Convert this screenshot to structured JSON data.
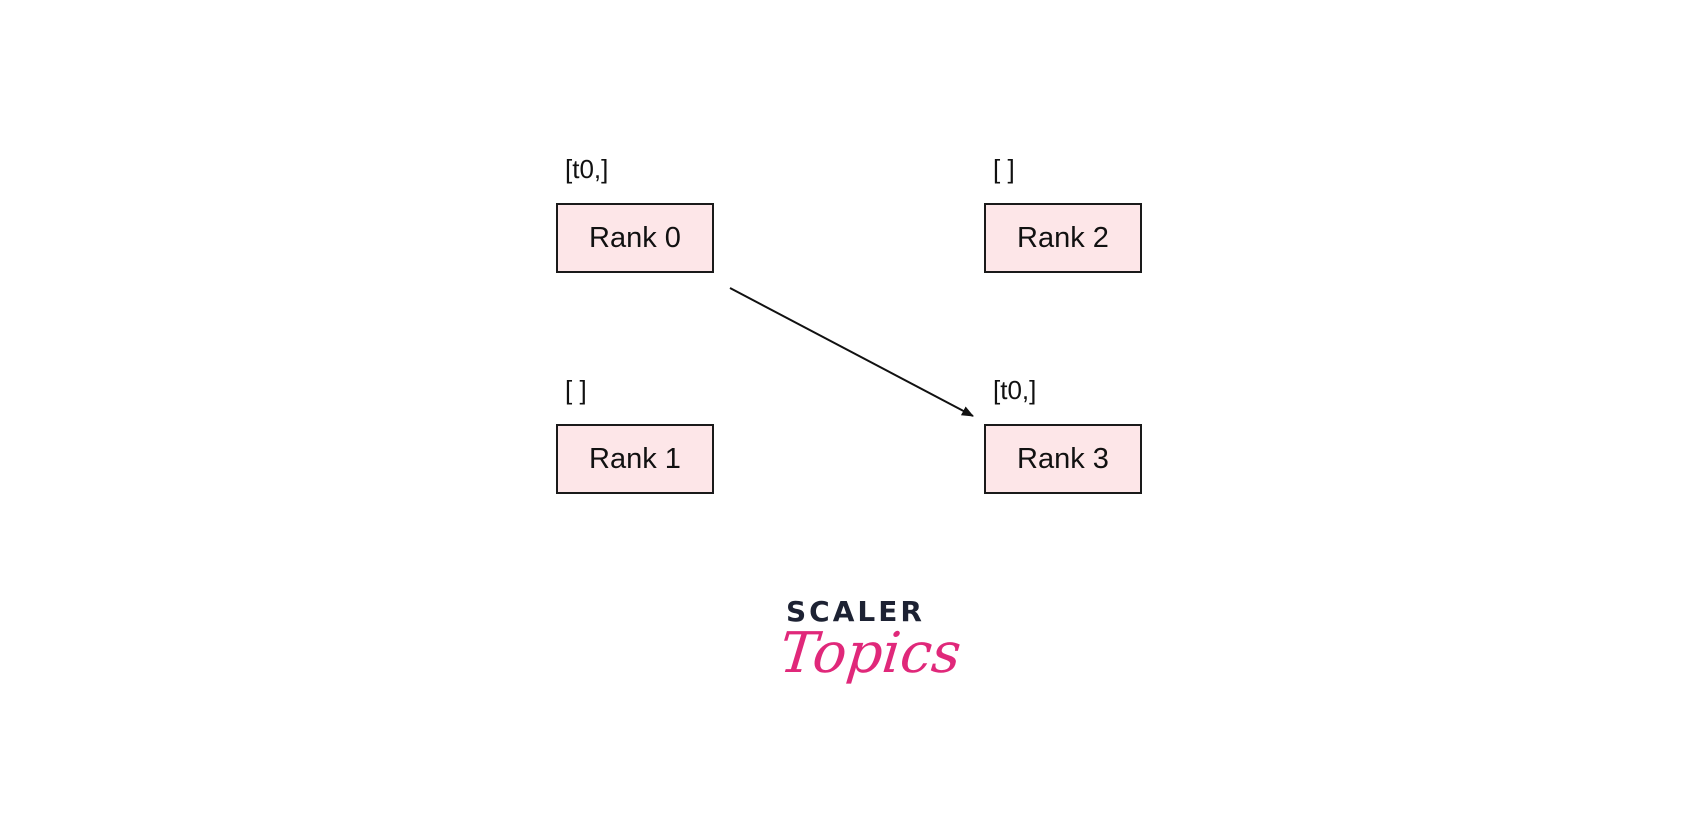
{
  "colors": {
    "node_fill": "#fde6e8",
    "node_border": "#1a1a1a",
    "arrow": "#111111",
    "logo_dark": "#1d2233",
    "logo_pink": "#e0287a"
  },
  "nodes": [
    {
      "id": "rank0",
      "label": "Rank 0",
      "buffer": "[t0,]"
    },
    {
      "id": "rank1",
      "label": "Rank 1",
      "buffer": "[ ]"
    },
    {
      "id": "rank2",
      "label": "Rank 2",
      "buffer": "[ ]"
    },
    {
      "id": "rank3",
      "label": "Rank 3",
      "buffer": "[t0,]"
    }
  ],
  "edges": [
    {
      "from": "Rank 0",
      "to": "Rank 3",
      "directed": true
    }
  ],
  "logo": {
    "line1": "SCALER",
    "line2": "Topics"
  }
}
